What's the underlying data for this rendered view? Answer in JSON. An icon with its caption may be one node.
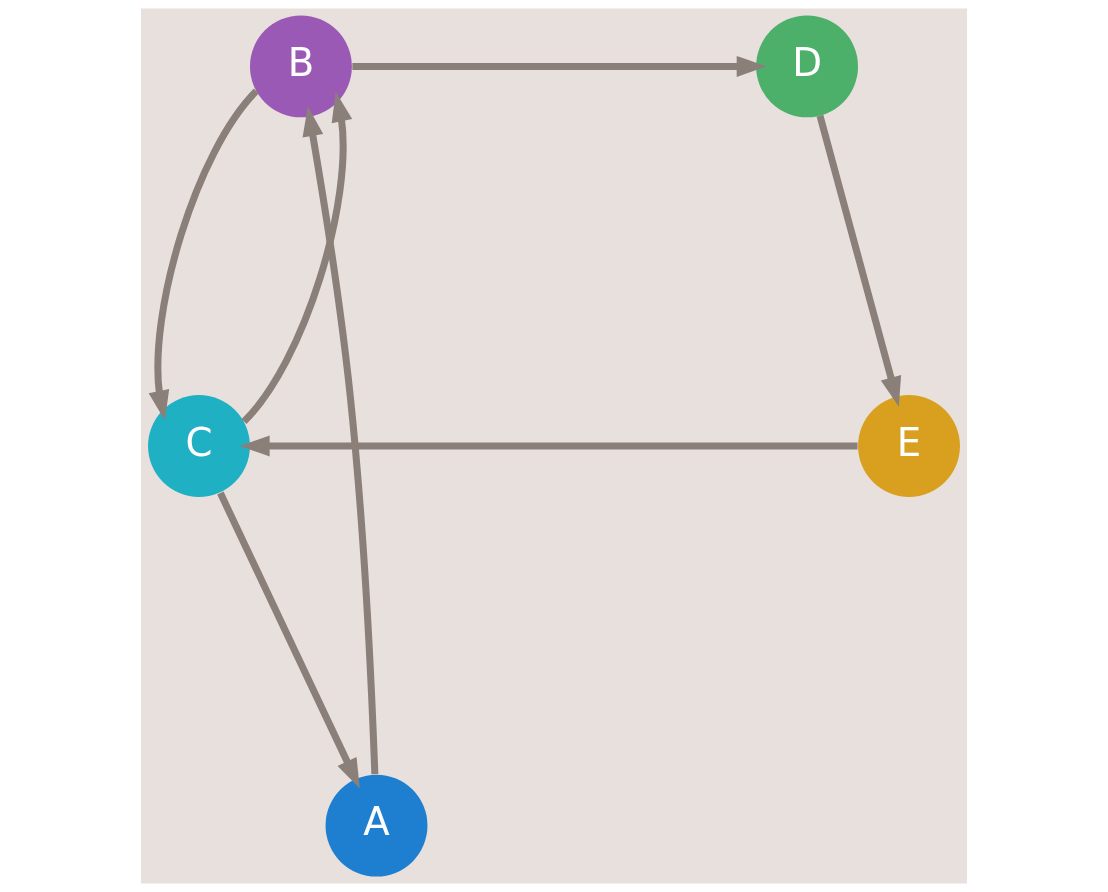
{
  "diagram": {
    "nodes": [
      {
        "text": [
          "B"
        ]
      },
      {
        "text": [
          "D"
        ]
      },
      {
        "text": [
          "A"
        ]
      },
      {
        "text": [
          "C"
        ]
      },
      {
        "text": [
          "E"
        ]
      }
    ],
    "edges": [
      {
        "from": 2,
        "to": 0,
        "arrow": "to"
      },
      {
        "from": 0,
        "to": 1,
        "arrow": "to"
      },
      {
        "from": 0,
        "to": 3,
        "arrow": "to"
      },
      {
        "from": 3,
        "to": 0,
        "arrow": "to"
      },
      {
        "from": 1,
        "to": 4,
        "arrow": "to"
      },
      {
        "from": 4,
        "to": 3,
        "arrow": "to"
      },
      {
        "from": 3,
        "to": 2,
        "arrow": "to"
      }
    ]
  }
}
